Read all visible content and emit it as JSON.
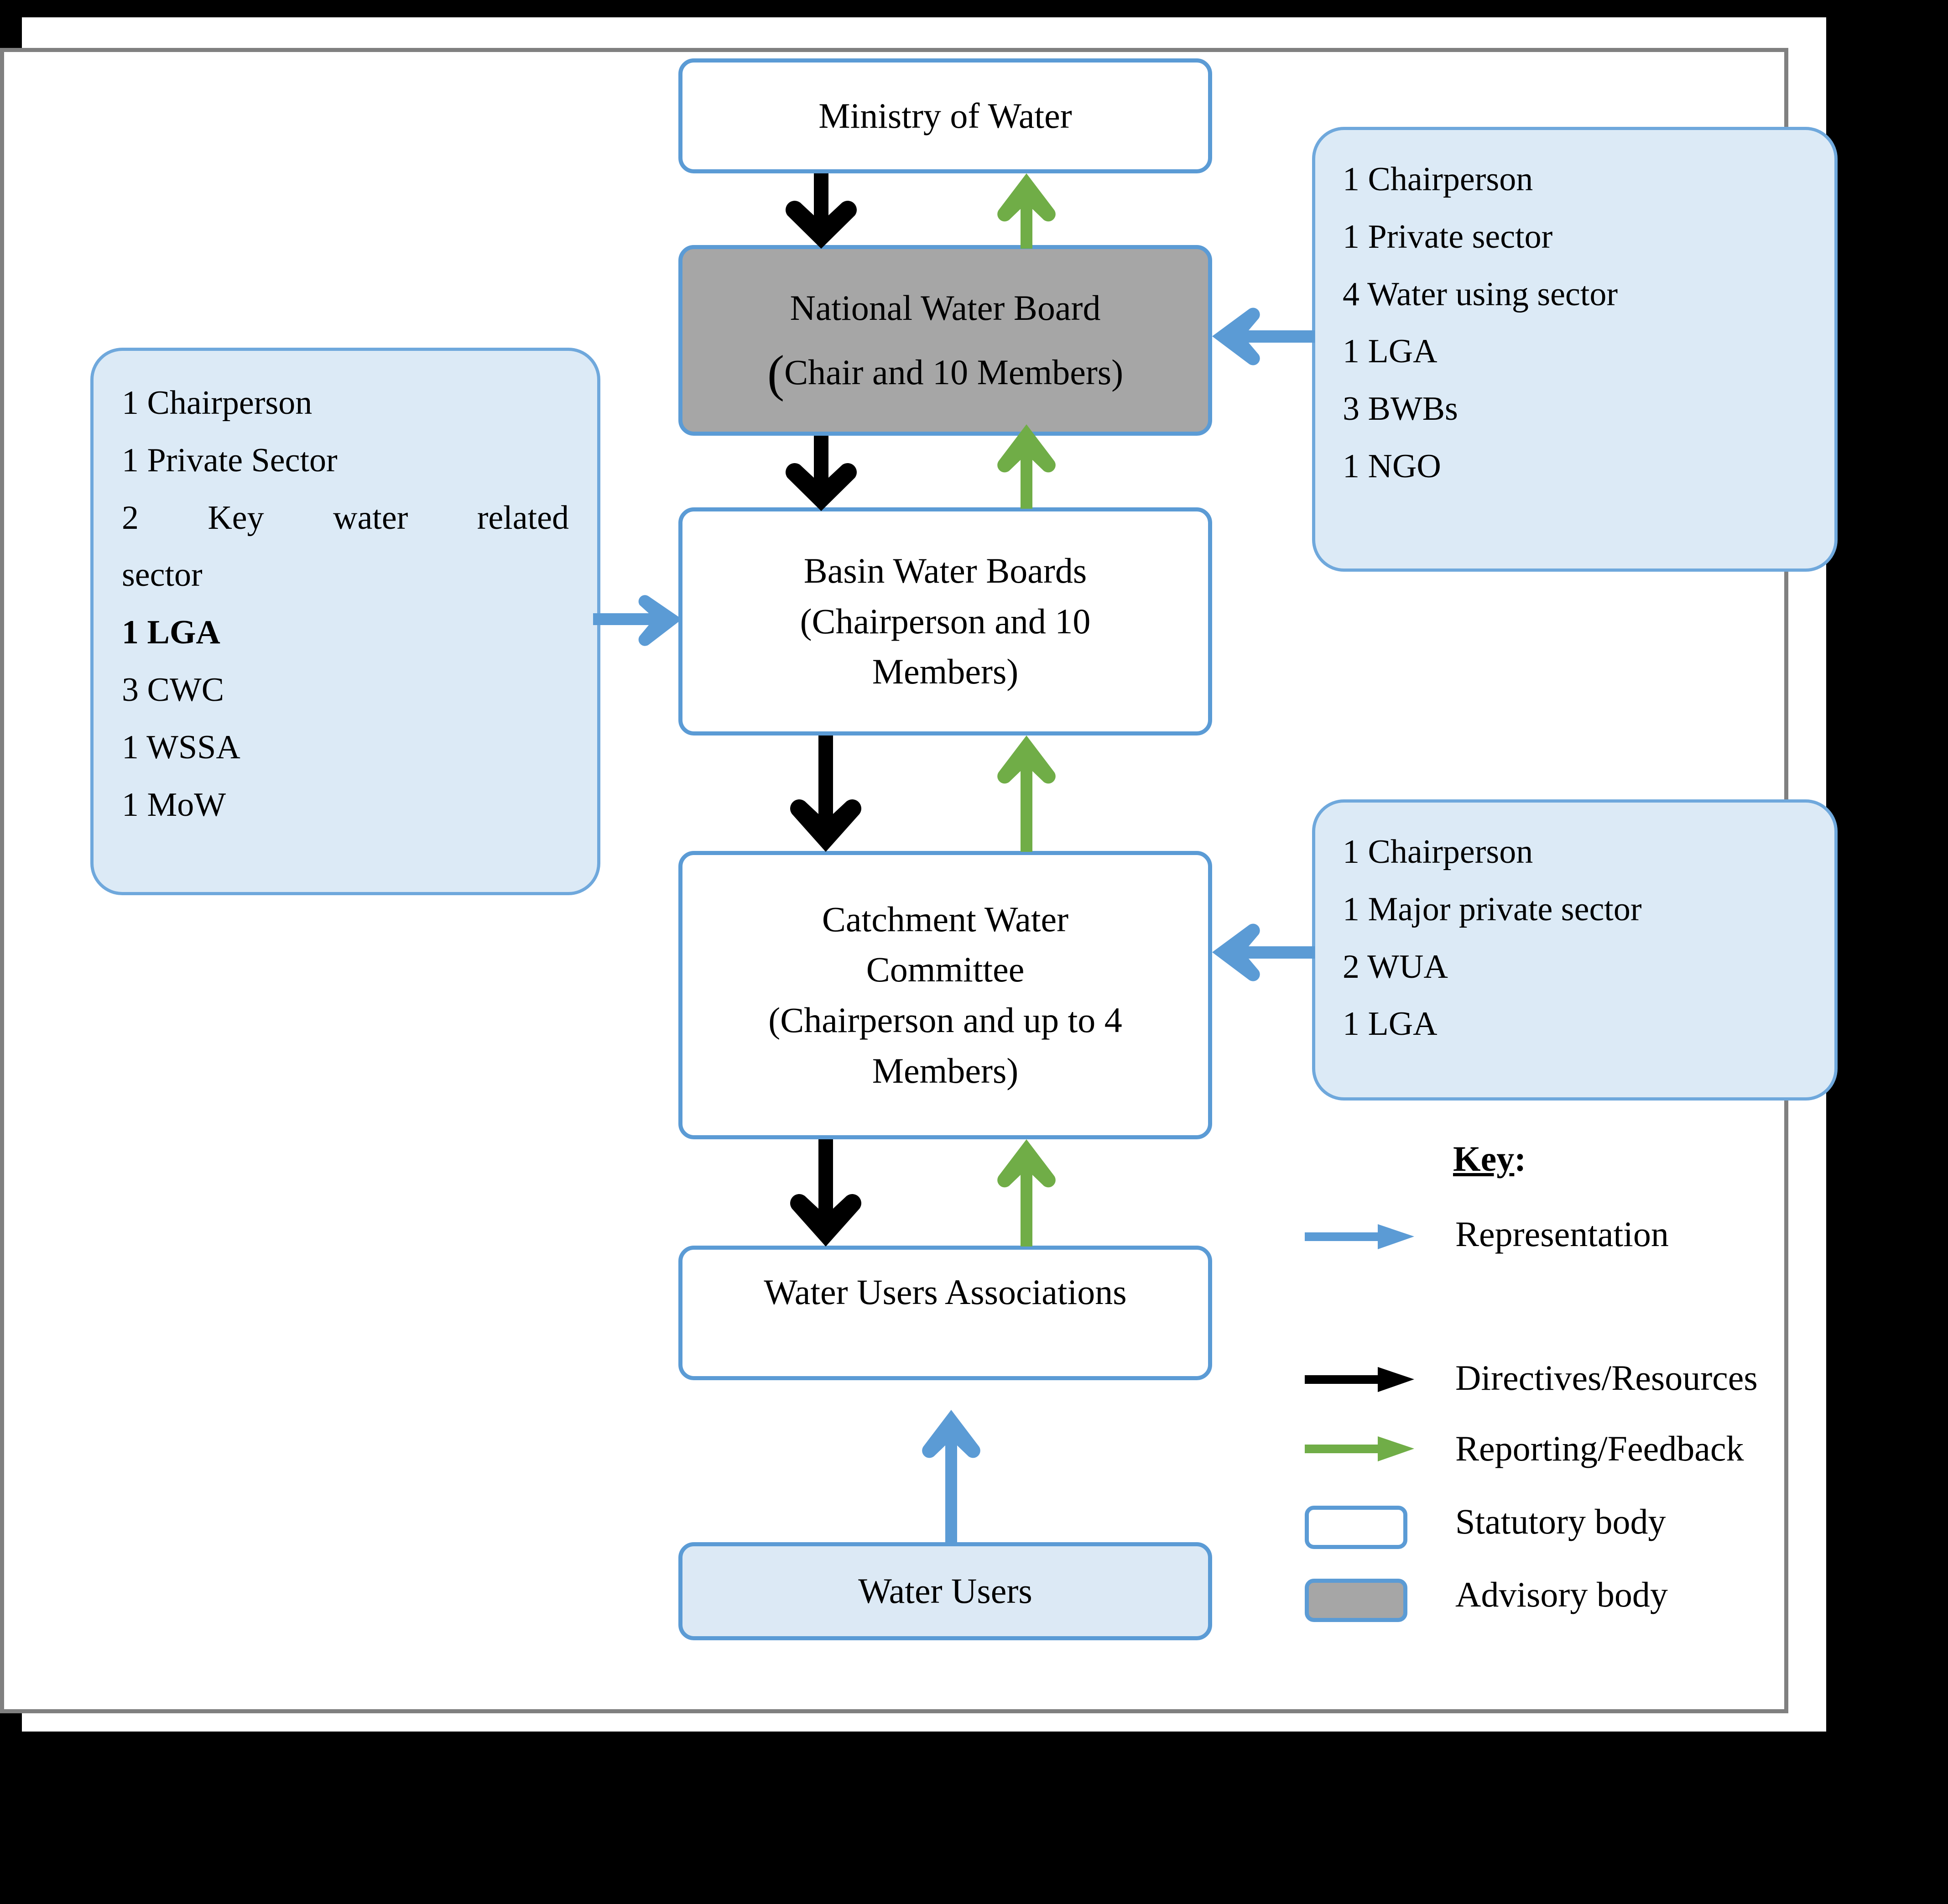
{
  "diagram": {
    "title": "Water sector institutional framework flow diagram",
    "colors": {
      "accent_blue": "#5B9BD5",
      "arrow_blue": "#5B9BD5",
      "arrow_green": "#70AD47",
      "arrow_black": "#000000",
      "advisory_fill": "#A6A6A6",
      "info_fill": "#DCEAF6",
      "frame_gray": "#808080"
    },
    "nodes": [
      {
        "id": "ministry",
        "label": "Ministry of Water",
        "type": "statutory"
      },
      {
        "id": "nwb",
        "label": "National Water Board",
        "sub": "(Chair and 10 Members)",
        "type": "advisory"
      },
      {
        "id": "bwb",
        "label": "Basin Water Boards",
        "sub": "(Chairperson and 10 Members)",
        "type": "statutory"
      },
      {
        "id": "cwc",
        "label": "Catchment Water Committee",
        "sub": "(Chairperson and up to 4 Members)",
        "type": "statutory"
      },
      {
        "id": "wua",
        "label": "Water Users Associations",
        "type": "statutory"
      },
      {
        "id": "water_users",
        "label": "Water Users",
        "type": "light"
      }
    ],
    "info_boxes": [
      {
        "id": "nwb-membership",
        "target": "National Water Board",
        "lines": [
          {
            "text": "1 Chairperson",
            "style": "plain"
          },
          {
            "text": "1 Private sector",
            "style": "plain"
          },
          {
            "text": "4 Water using sector",
            "style": "plain"
          },
          {
            "text": "1 LGA",
            "style": "plain"
          },
          {
            "text": "3 BWBs",
            "style": "plain"
          },
          {
            "text": "1 NGO",
            "style": "plain"
          }
        ]
      },
      {
        "id": "bwb-membership",
        "target": "Basin Water Boards",
        "lines": [
          {
            "text": "1 Chairperson",
            "style": "plain"
          },
          {
            "text": "1 Private Sector",
            "style": "plain"
          },
          {
            "text": "2  Key  water  related",
            "style": "justify"
          },
          {
            "text": "sector",
            "style": "plain"
          },
          {
            "text": "1 LGA",
            "style": "bold"
          },
          {
            "text": "3 CWC",
            "style": "plain"
          },
          {
            "text": "1 WSSA",
            "style": "plain"
          },
          {
            "text": "1 MoW",
            "style": "plain"
          }
        ]
      },
      {
        "id": "cwc-membership",
        "target": "Catchment Water Committee",
        "lines": [
          {
            "text": "1 Chairperson",
            "style": "plain"
          },
          {
            "text": "1 Major private sector",
            "style": "plain"
          },
          {
            "text": "2 WUA",
            "style": "plain"
          },
          {
            "text": "1 LGA",
            "style": "plain"
          }
        ]
      }
    ],
    "edges": [
      {
        "from": "Ministry of Water",
        "to": "National Water Board",
        "kind": "Directives/Resources",
        "color": "#000000"
      },
      {
        "from": "National Water Board",
        "to": "Ministry of Water",
        "kind": "Reporting/Feedback",
        "color": "#70AD47"
      },
      {
        "from": "National Water Board",
        "to": "Basin Water Boards",
        "kind": "Directives/Resources",
        "color": "#000000"
      },
      {
        "from": "Basin Water Boards",
        "to": "National Water Board",
        "kind": "Reporting/Feedback",
        "color": "#70AD47"
      },
      {
        "from": "Basin Water Boards",
        "to": "Catchment Water Committee",
        "kind": "Directives/Resources",
        "color": "#000000"
      },
      {
        "from": "Catchment Water Committee",
        "to": "Basin Water Boards",
        "kind": "Reporting/Feedback",
        "color": "#70AD47"
      },
      {
        "from": "Catchment Water Committee",
        "to": "Water Users Associations",
        "kind": "Directives/Resources",
        "color": "#000000"
      },
      {
        "from": "Water Users Associations",
        "to": "Catchment Water Committee",
        "kind": "Reporting/Feedback",
        "color": "#70AD47"
      },
      {
        "from": "Water Users",
        "to": "Water Users Associations",
        "kind": "Representation",
        "color": "#5B9BD5"
      },
      {
        "from": "nwb-membership",
        "to": "National Water Board",
        "kind": "Representation",
        "color": "#5B9BD5"
      },
      {
        "from": "bwb-membership",
        "to": "Basin Water Boards",
        "kind": "Representation",
        "color": "#5B9BD5"
      },
      {
        "from": "cwc-membership",
        "to": "Catchment Water Committee",
        "kind": "Representation",
        "color": "#5B9BD5"
      }
    ],
    "legend": {
      "title": "Key",
      "title_suffix": ":",
      "items": [
        {
          "label": "Representation",
          "symbol": "arrow",
          "color": "#5B9BD5"
        },
        {
          "label": "Directives/Resources",
          "symbol": "arrow",
          "color": "#000000"
        },
        {
          "label": "Reporting/Feedback",
          "symbol": "arrow",
          "color": "#70AD47"
        },
        {
          "label": "Statutory body",
          "symbol": "box",
          "fill": "#FFFFFF"
        },
        {
          "label": "Advisory body",
          "symbol": "box",
          "fill": "#A6A6A6"
        }
      ]
    }
  }
}
